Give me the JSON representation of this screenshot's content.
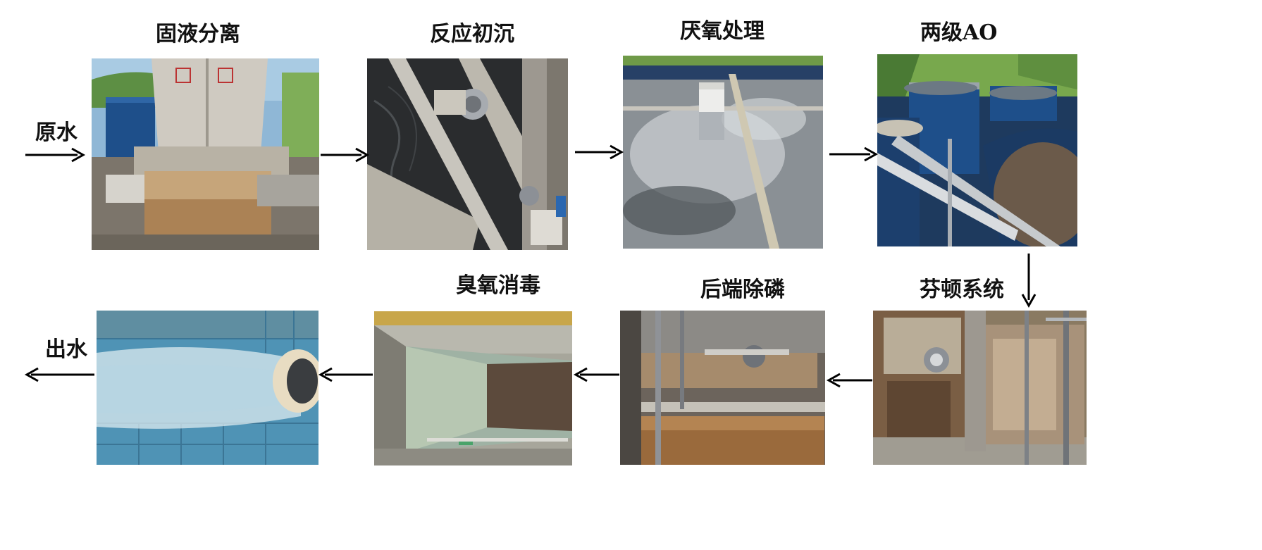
{
  "input_label": "原水",
  "output_label": "出水",
  "stages": [
    {
      "label": "固液分离",
      "icon": "solid-liquid-separator-photo"
    },
    {
      "label": "反应初沉",
      "icon": "primary-sedimentation-photo"
    },
    {
      "label": "厌氧处理",
      "icon": "anaerobic-tank-photo"
    },
    {
      "label": "两级AO",
      "icon": "two-stage-ao-tank-photo"
    },
    {
      "label": "芬顿系统",
      "icon": "fenton-system-photo"
    },
    {
      "label": "后端除磷",
      "icon": "phosphorus-removal-photo"
    },
    {
      "label": "臭氧消毒",
      "icon": "ozone-disinfection-photo"
    }
  ],
  "colors": {
    "arrow": "#000000",
    "text": "#111111",
    "sky": "#9cc4e4",
    "grass": "#6fa64a",
    "concrete": "#b9b6ad",
    "steel": "#8c9096",
    "dark_water": "#2a2c2e",
    "blue_tank": "#1e4f8a",
    "rust": "#9a6a3c",
    "pool_tile": "#4f93b5"
  }
}
